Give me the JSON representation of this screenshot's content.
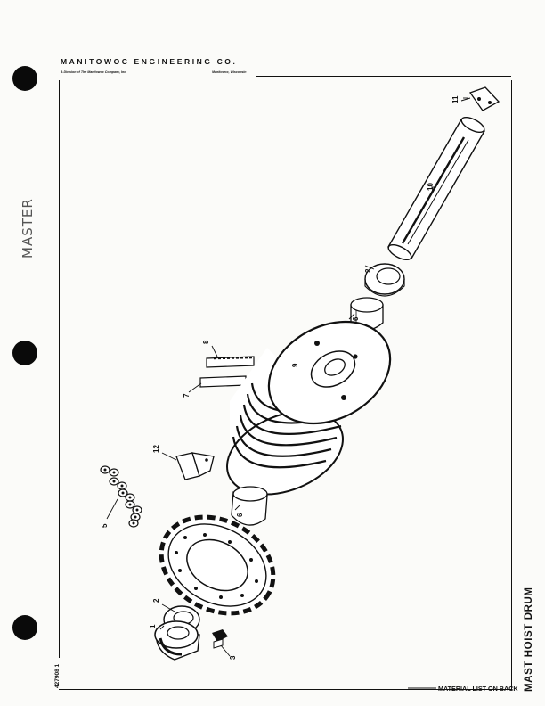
{
  "header": {
    "company": "MANITOWOC ENGINEERING CO.",
    "division": "A Division of The Manitowoc Company, Inc.",
    "location": "Manitowoc, Wisconsin"
  },
  "stamp": "MASTER",
  "drawing_number": "427908 1",
  "side_title": "MAST HOIST DRUM",
  "footer_note": "MATERIAL LIST ON BACK",
  "part_labels": [
    "1",
    "2",
    "3",
    "5",
    "2",
    "6",
    "7",
    "8",
    "9",
    "10",
    "11",
    "12",
    "6"
  ]
}
